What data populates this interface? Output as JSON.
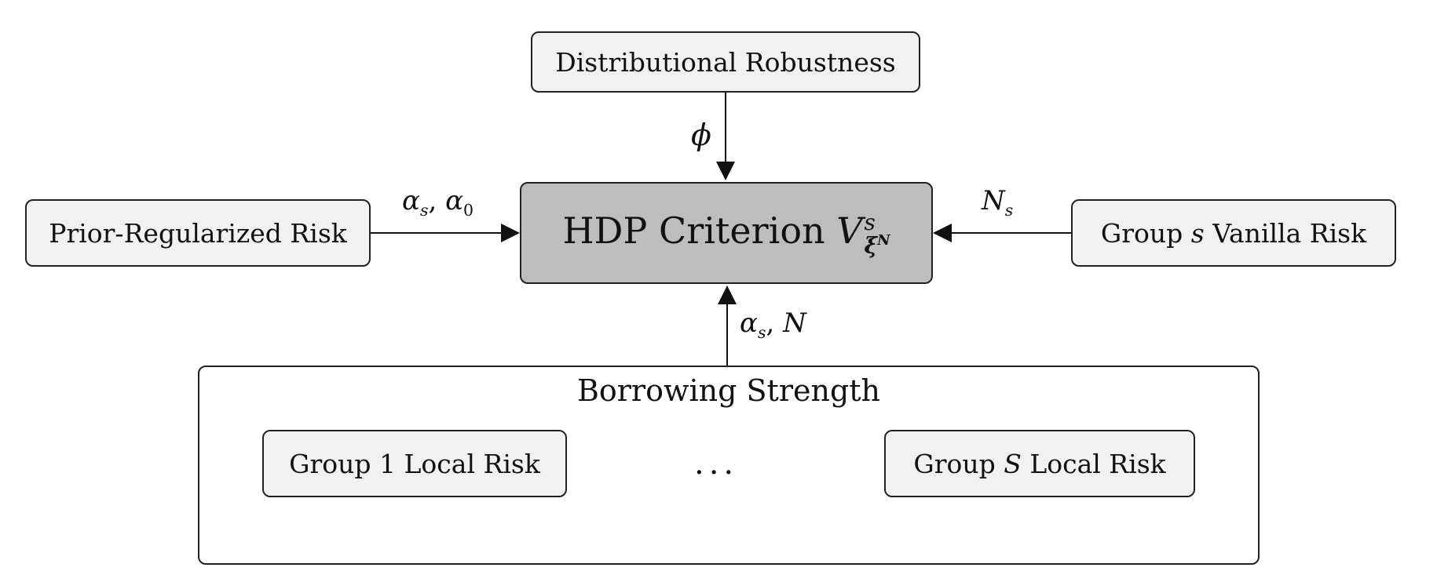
{
  "nodes": {
    "distributional_robustness": "Distributional Robustness",
    "prior_regularized_risk": "Prior-Regularized Risk",
    "hdp_criterion": {
      "prefix": "HDP Criterion ",
      "symbol": "V",
      "sup": "s",
      "sub_main": "ξ",
      "sub_sup": "N"
    },
    "group_s_vanilla": {
      "before": "Group ",
      "var": "s",
      "after": " Vanilla Risk"
    },
    "borrowing_strength": "Borrowing Strength",
    "group_1_local": "Group 1 Local Risk",
    "group_S_local": {
      "before": "Group ",
      "var": "S",
      "after": " Local Risk"
    },
    "ellipsis": "..."
  },
  "edge_labels": {
    "phi": "ϕ",
    "alpha_top": {
      "a": "α",
      "a_sub": "s",
      "sep": ", ",
      "b": "α",
      "b_sub": "0"
    },
    "n_s": {
      "a": "N",
      "a_sub": "s"
    },
    "alpha_n": {
      "a": "α",
      "a_sub": "s",
      "sep": ", ",
      "b": "N"
    }
  }
}
